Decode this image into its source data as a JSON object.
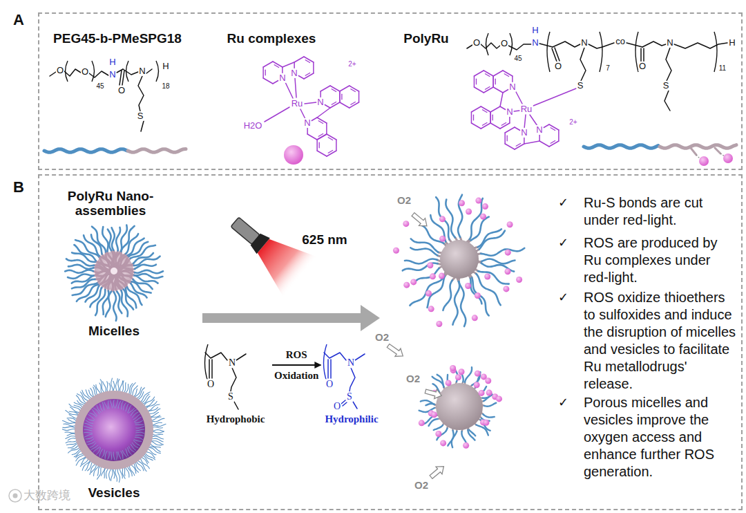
{
  "diagram": {
    "nodes": [
      {
        "text": [
          "A"
        ]
      },
      {
        "text": [
          "B"
        ]
      },
      {
        "text": [
          "Micelles"
        ],
        "in": 1
      },
      {
        "text": [
          "Vesicles"
        ],
        "in": 1
      },
      {
        "text": [
          "Hydrophobic"
        ],
        "in": 1
      },
      {
        "text": [
          "Hydrophilic"
        ],
        "in": 1
      }
    ],
    "edges": [
      {
        "from": 4,
        "to": 5,
        "arrow": "to",
        "label": "ROS Oxidation"
      }
    ],
    "labels": [
      "PEG45-b-PMeSPG18",
      "Ru complexes",
      "PolyRu",
      "O",
      "O",
      "45",
      "H",
      "N",
      "O",
      "N",
      "H",
      "18",
      "S",
      "2+",
      "N",
      "N",
      "Ru",
      "N",
      "N",
      "H2O",
      "O",
      "O",
      "45",
      "H",
      "N",
      "O",
      "N",
      "7",
      "co",
      "O",
      "N",
      "11",
      "H",
      "S",
      "S",
      "N",
      "N",
      "Ru",
      "N",
      "N",
      "2+",
      "PolyRu Nano-assemblies",
      "625 nm",
      "O",
      "N",
      "S",
      "O",
      "N",
      "S",
      "O",
      "O2",
      "O2",
      "O2",
      "O2",
      "✓",
      "Ru-S bonds are cut under red-light.",
      "✓",
      "ROS are produced by Ru complexes under red-light.",
      "✓",
      "ROS oxidize thioethers to sulfoxides and induce the disruption of micelles and vesicles to facilitate Ru metallodrugs' release.",
      "✓",
      "Porous micelles and vesicles improve the oxygen access and enhance further ROS generation.",
      "大数跨境"
    ]
  }
}
